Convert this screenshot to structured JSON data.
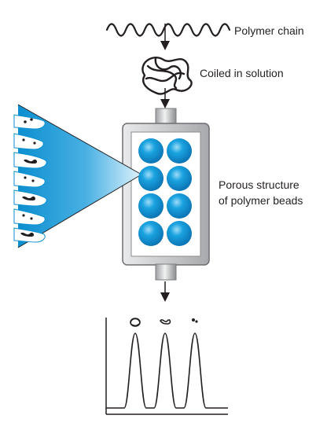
{
  "diagram": {
    "labels": {
      "polymer_chain": "Polymer chain",
      "coiled": "Coiled in solution",
      "porous_line1": "Porous structure",
      "porous_line2": "of polymer beads"
    },
    "colors": {
      "bead": "#1aa3e0",
      "bead_highlight": "#9fdcf7",
      "column_frame": "#c9cacc",
      "column_inner": "#ffffff",
      "beam": "#0c8fd0",
      "line": "#231f20"
    },
    "chromatogram": {
      "peak_count": 3
    }
  }
}
